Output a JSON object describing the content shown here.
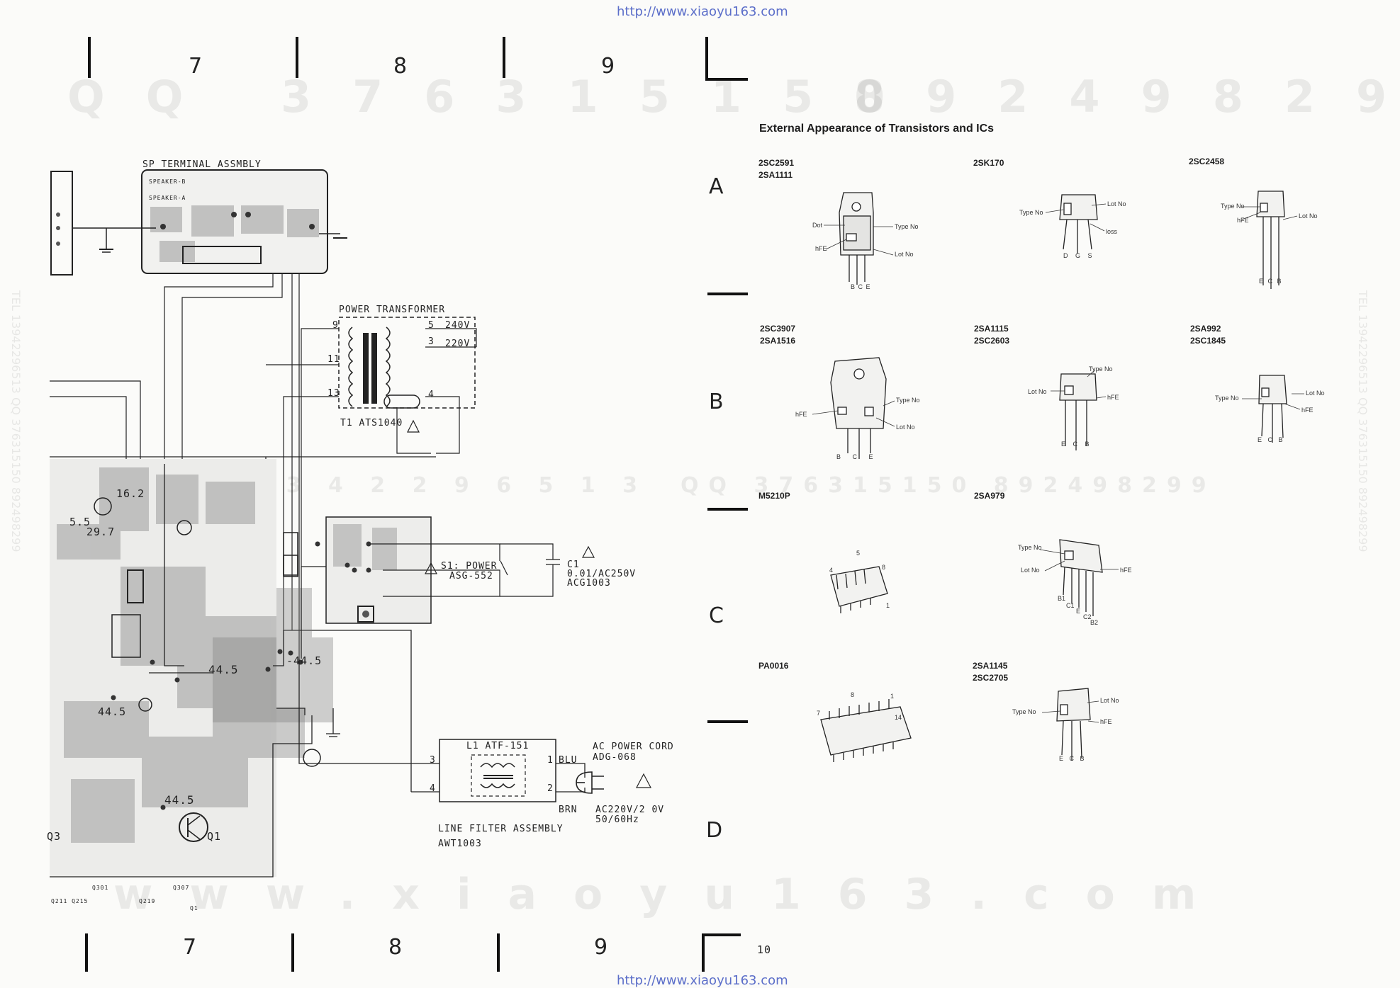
{
  "header": {
    "url_top": "http://www.xiaoyu163.com",
    "url_bottom": "http://www.xiaoyu163.com"
  },
  "watermarks": {
    "left_code": "QQ 376315150",
    "right_code": "892498299",
    "mid_code_left": "1 3 3 4 2 2 9 6 5 1 3",
    "mid_code_right": "QQ 376315150  892498299",
    "bottom_site": "www.xiaoyu163.com",
    "side_left": "TEL 13942296513  QQ 376315150  892498299",
    "side_right": "TEL 13942296513  QQ 376315150  892498299"
  },
  "grid": {
    "columns_top": [
      "7",
      "8",
      "9"
    ],
    "columns_bottom": [
      "7",
      "8",
      "9"
    ],
    "rows": [
      "A",
      "B",
      "C",
      "D"
    ]
  },
  "schematic": {
    "sp_terminal": "SP TERMINAL ASSMBLY",
    "speaker_b": "SPEAKER-B",
    "speaker_a": "SPEAKER-A",
    "power_transformer": "POWER TRANSFORMER",
    "pin_9": "9",
    "pin_11": "11",
    "pin_13": "13",
    "pin_5": "5",
    "pin_3": "3",
    "pin_4": "4",
    "v240": "240V",
    "v220": "220V",
    "t1": "T1 ATS1040",
    "s1_line1": "S1: POWER",
    "s1_line2": "ASG-552",
    "c1_line1": "C1",
    "c1_line2": "0.01/AC250V",
    "c1_line3": "ACG1003",
    "l1": "L1 ATF-151",
    "lf_pin3": "3",
    "lf_pin4": "4",
    "lf_pin1": "1",
    "lf_pin2": "2",
    "blu": "BLU",
    "brn": "BRN",
    "ac_cord_1": "AC POWER CORD",
    "ac_cord_2": "ADG-068",
    "ac_v_1": "AC220V/2 0V",
    "ac_v_2": "50/60Hz",
    "line_filter_1": "LINE FILTER ASSEMBLY",
    "line_filter_2": "AWT1003",
    "v162": "16.2",
    "v297": "29.7",
    "v55": "5.5",
    "v445a": "44.5",
    "v445b": "-44.5",
    "v445c": "44.5",
    "v445d": "44.5",
    "q3": "Q3",
    "q1": "Q1",
    "q301": "Q301",
    "q307": "Q307",
    "q211": "Q211 Q215",
    "q219": "Q219",
    "q1b": "Q1",
    "page_no": "10"
  },
  "components": {
    "title": "External Appearance of Transistors and ICs",
    "items": [
      {
        "names": [
          "2SC2591",
          "2SA1111"
        ],
        "labels": [
          "Dot",
          "Type No",
          "hFE",
          "Lot No",
          "B C E"
        ]
      },
      {
        "names": [
          "2SK170"
        ],
        "labels": [
          "Type No",
          "Lot No",
          "loss",
          "D G S"
        ]
      },
      {
        "names": [
          "2SC2458"
        ],
        "labels": [
          "Type No",
          "hFE",
          "Lot No",
          "E C B"
        ]
      },
      {
        "names": [
          "2SC3907",
          "2SA1516"
        ],
        "labels": [
          "Type No",
          "hFE",
          "Lot No",
          "B C E"
        ]
      },
      {
        "names": [
          "2SA1115",
          "2SC2603"
        ],
        "labels": [
          "Type No",
          "Lot No",
          "hFE",
          "E C B"
        ]
      },
      {
        "names": [
          "2SA992",
          "2SC1845"
        ],
        "labels": [
          "Type No",
          "Lot No",
          "hFE",
          "E C B"
        ]
      },
      {
        "names": [
          "M5210P"
        ],
        "labels": [
          "4",
          "5",
          "8",
          "1"
        ]
      },
      {
        "names": [
          "2SA979"
        ],
        "labels": [
          "Type No",
          "Lot No",
          "hFE",
          "B1",
          "C1",
          "E",
          "C2",
          "B2"
        ]
      },
      {
        "names": [
          "PA0016"
        ],
        "labels": [
          "7",
          "8",
          "1",
          "14"
        ]
      },
      {
        "names": [
          "2SA1145",
          "2SC2705"
        ],
        "labels": [
          "Lot No",
          "Type No",
          "hFE",
          "E C B"
        ]
      }
    ]
  }
}
